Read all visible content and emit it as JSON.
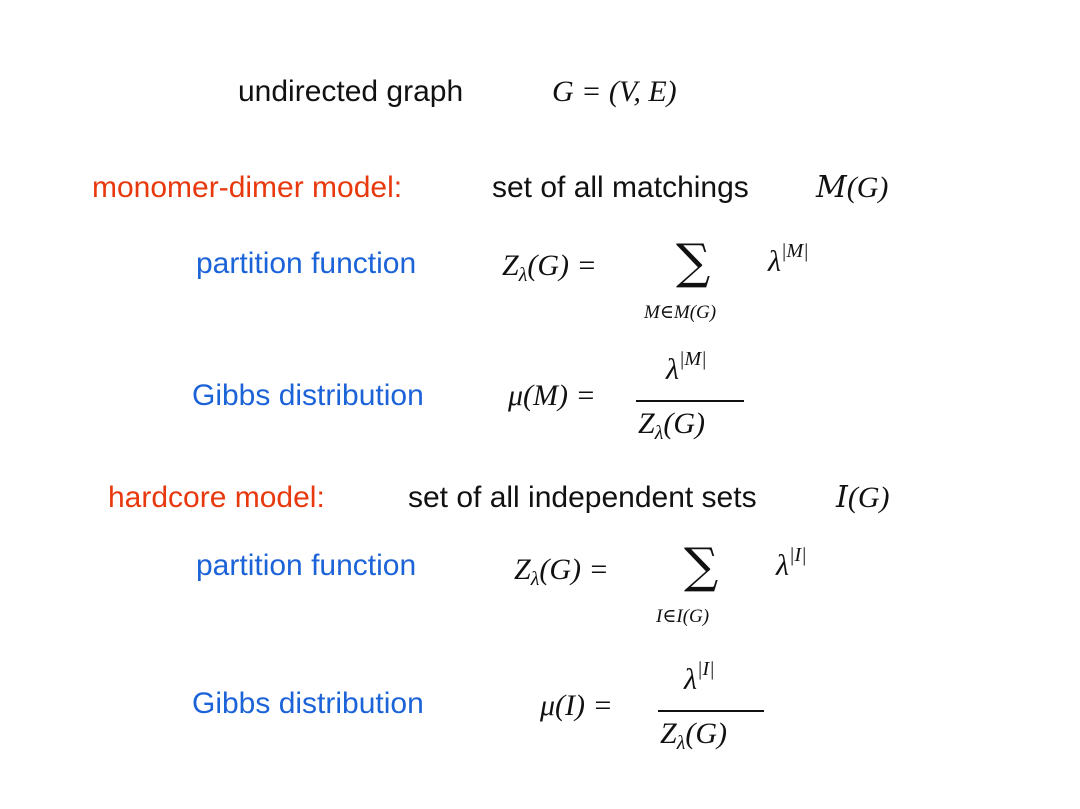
{
  "slide": {
    "graph_label": "undirected graph",
    "graph_formula": "G = (V, E)",
    "monomer": {
      "label": "monomer-dimer model:",
      "desc": "set of all matchings",
      "set_symbol": "M",
      "set_arg": "(G)",
      "partition_label": "partition function",
      "partition_lhs": "Z",
      "partition_lhs_sub": "λ",
      "partition_lhs_arg": "(G) =",
      "partition_sum_index": "M∈M(G)",
      "partition_term": "λ",
      "partition_term_exp": "|M|",
      "gibbs_label": "Gibbs distribution",
      "gibbs_lhs": "μ(M) =",
      "gibbs_num": "λ",
      "gibbs_num_exp": "|M|",
      "gibbs_den": "Z",
      "gibbs_den_sub": "λ",
      "gibbs_den_arg": "(G)"
    },
    "hardcore": {
      "label": "hardcore model:",
      "desc": "set of all independent sets",
      "set_symbol": "I",
      "set_arg": "(G)",
      "partition_label": "partition function",
      "partition_lhs": "Z",
      "partition_lhs_sub": "λ",
      "partition_lhs_arg": "(G) =",
      "partition_sum_index": "I∈I(G)",
      "partition_term": "λ",
      "partition_term_exp": "|I|",
      "gibbs_label": "Gibbs distribution",
      "gibbs_lhs": "μ(I) =",
      "gibbs_num": "λ",
      "gibbs_num_exp": "|I|",
      "gibbs_den": "Z",
      "gibbs_den_sub": "λ",
      "gibbs_den_arg": "(G)"
    },
    "colors": {
      "model_label": "#e8380d",
      "function_label": "#1c63d8",
      "text": "#111111"
    }
  }
}
